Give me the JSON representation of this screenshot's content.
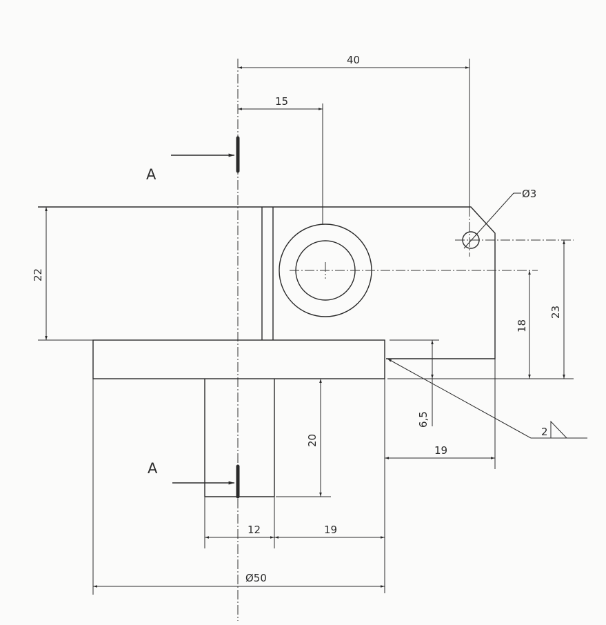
{
  "drawing": {
    "section_label_top": "A",
    "section_label_bottom": "A",
    "dimensions": {
      "d40": "40",
      "d15": "15",
      "d22": "22",
      "hole": "Ø3",
      "d18": "18",
      "d23": "23",
      "d6_5": "6,5",
      "d19_right": "19",
      "d20": "20",
      "d12": "12",
      "d19_bottom": "19",
      "d50": "Ø50"
    },
    "weld_symbol_size": "2"
  }
}
